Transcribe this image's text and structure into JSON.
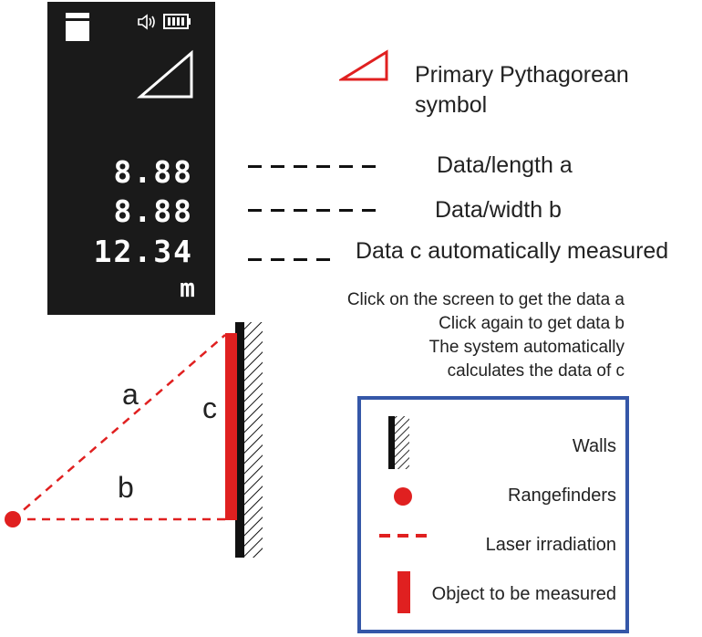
{
  "device": {
    "readings": [
      "8.88",
      "8.88",
      "12.34"
    ],
    "unit": "m",
    "icons": [
      "memory-icon",
      "speaker-icon",
      "battery-icon",
      "triangle-mode-icon"
    ]
  },
  "annotations": {
    "symbol_label": "Primary Pythagorean\nsymbol",
    "length_a_label": "Data/length a",
    "width_b_label": "Data/width b",
    "c_label": "Data c automatically measured"
  },
  "instructions": [
    "Click on the screen to get the data a",
    "Click again to get data b",
    "The system automatically",
    "calculates the data of c"
  ],
  "diagram": {
    "label_a": "a",
    "label_b": "b",
    "label_c": "c"
  },
  "legend": {
    "walls": "Walls",
    "rangefinders": "Rangefinders",
    "laser": "Laser irradiation",
    "object": "Object to be measured"
  },
  "colors": {
    "red": "#e02020",
    "screen": "#1a1a1a",
    "legend_border": "#3557a8"
  }
}
